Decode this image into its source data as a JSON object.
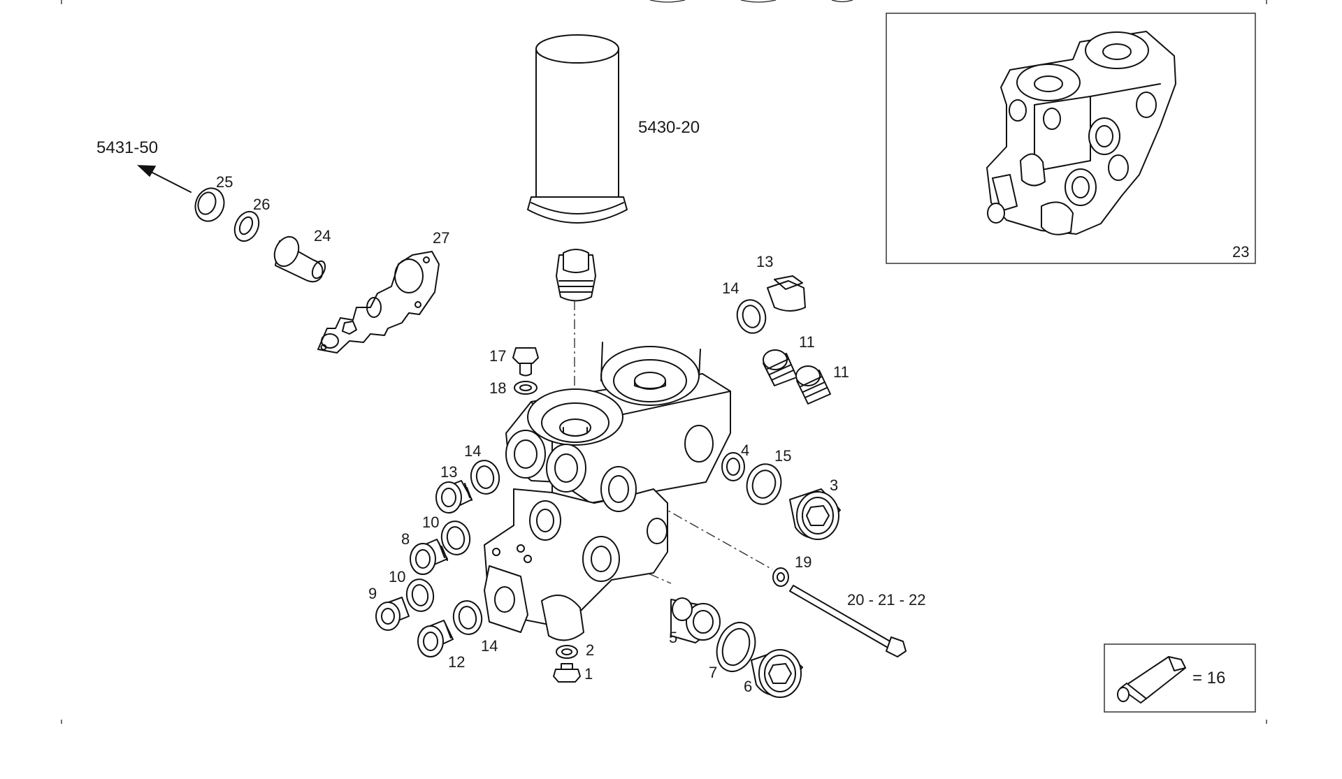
{
  "labels": {
    "filter_ref": "5430-20",
    "arrow_ref": "5431-50",
    "bolt_ref": "20 - 21 - 22",
    "inset_ref": "23",
    "legend_text": "= 16",
    "p1": "1",
    "p2": "2",
    "p3": "3",
    "p4": "4",
    "p5": "5",
    "p6": "6",
    "p7": "7",
    "p8": "8",
    "p9": "9",
    "p10a": "10",
    "p10b": "10",
    "p11a": "11",
    "p11b": "11",
    "p12": "12",
    "p13a": "13",
    "p13b": "13",
    "p14a": "14",
    "p14b": "14",
    "p14c": "14",
    "p15": "15",
    "p17": "17",
    "p18": "18",
    "p19": "19",
    "p24": "24",
    "p25": "25",
    "p26": "26",
    "p27": "27"
  },
  "icons": {
    "legend": "grease-tube-icon",
    "arrow": "arrow-up-left-icon"
  }
}
